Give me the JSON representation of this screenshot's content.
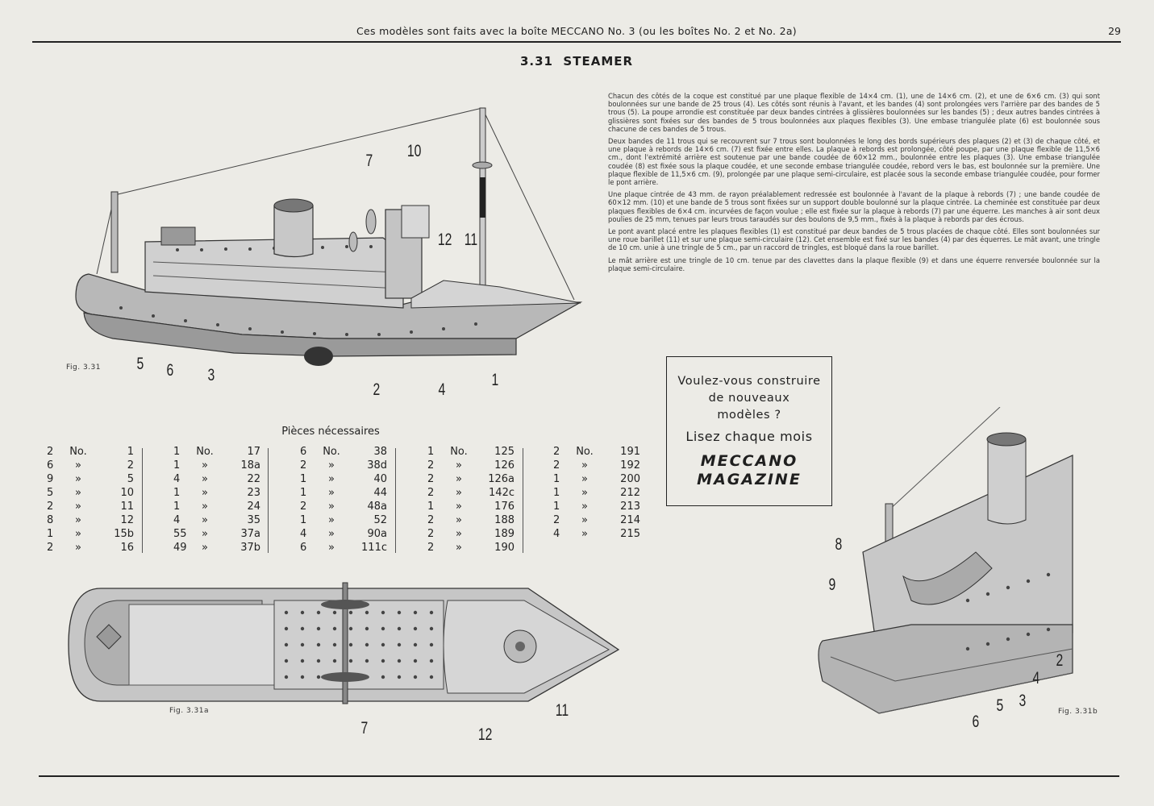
{
  "header": {
    "title": "Ces modèles sont faits avec la boîte MECCANO No. 3 (ou les boîtes No. 2 et No. 2a)",
    "page_number": "29"
  },
  "model": {
    "number": "3.31",
    "name": "STEAMER"
  },
  "description": [
    "Chacun des côtés de la coque est constitué par une plaque flexible de 14×4 cm. (1), une de 14×6 cm. (2), et une de 6×6 cm. (3) qui sont boulonnées sur une bande de 25 trous (4). Les côtés sont réunis à l'avant, et les bandes (4) sont prolongées vers l'arrière par des bandes de 5 trous (5). La poupe arrondie est constituée par deux bandes cintrées à glissières boulonnées sur les bandes (5) ; deux autres bandes cintrées à glissières sont fixées sur des bandes de 5 trous boulonnées aux plaques flexibles (3). Une embase triangulée plate (6) est boulonnée sous chacune de ces bandes de 5 trous.",
    "Deux bandes de 11 trous qui se recouvrent sur 7 trous sont boulonnées le long des bords supérieurs des plaques (2) et (3) de chaque côté, et une plaque à rebords de 14×6 cm. (7) est fixée entre elles. La plaque à rebords est prolongée, côté poupe, par une plaque flexible de 11,5×6 cm., dont l'extrémité arrière est soutenue par une bande coudée de 60×12 mm., boulonnée entre les plaques (3). Une embase triangulée coudée (8) est fixée sous la plaque coudée, et une seconde embase triangulée coudée, rebord vers le bas, est boulonnée sur la première. Une plaque flexible de 11,5×6 cm. (9), prolongée par une plaque semi-circulaire, est placée sous la seconde embase triangulée coudée, pour former le pont arrière.",
    "Une plaque cintrée de 43 mm. de rayon préalablement redressée est boulonnée à l'avant de la plaque à rebords (7) ; une bande coudée de 60×12 mm. (10) et une bande de 5 trous sont fixées sur un support double boulonné sur la plaque cintrée. La cheminée est constituée par deux plaques flexibles de 6×4 cm. incurvées de façon voulue ; elle est fixée sur la plaque à rebords (7) par une équerre. Les manches à air sont deux poulies de 25 mm, tenues par leurs trous taraudés sur des boulons de 9,5 mm., fixés à la plaque à rebords par des écrous.",
    "Le pont avant placé entre les plaques flexibles (1) est constitué par deux bandes de 5 trous placées de chaque côté. Elles sont boulonnées sur une roue barillet (11) et sur une plaque semi-circulaire (12). Cet ensemble est fixé sur les bandes (4) par des équerres. Le mât avant, une tringle de 10 cm. unie à une tringle de 5 cm., par un raccord de tringles, est bloqué dans la roue barillet.",
    "Le mât arrière est une tringle de 10 cm. tenue par des clavettes dans la plaque flexible (9) et dans une équerre renversée boulonnée sur la plaque semi-circulaire."
  ],
  "figures": {
    "main": {
      "label": "Fig. 3.31",
      "callouts": [
        "7",
        "10",
        "12",
        "11",
        "5",
        "6",
        "3",
        "2",
        "4",
        "1"
      ]
    },
    "a": {
      "label": "Fig. 3.31a",
      "callouts": [
        "7",
        "12",
        "11"
      ]
    },
    "b": {
      "label": "Fig. 3.31b",
      "callouts": [
        "8",
        "9",
        "2",
        "4",
        "3",
        "5",
        "6"
      ]
    }
  },
  "parts": {
    "title": "Pièces nécessaires",
    "columns": [
      [
        [
          "2",
          "No.",
          "1"
        ],
        [
          "6",
          "»",
          "2"
        ],
        [
          "9",
          "»",
          "5"
        ],
        [
          "5",
          "»",
          "10"
        ],
        [
          "2",
          "»",
          "11"
        ],
        [
          "8",
          "»",
          "12"
        ],
        [
          "1",
          "»",
          "15b"
        ],
        [
          "2",
          "»",
          "16"
        ]
      ],
      [
        [
          "1",
          "No.",
          "17"
        ],
        [
          "1",
          "»",
          "18a"
        ],
        [
          "4",
          "»",
          "22"
        ],
        [
          "1",
          "»",
          "23"
        ],
        [
          "1",
          "»",
          "24"
        ],
        [
          "4",
          "»",
          "35"
        ],
        [
          "55",
          "»",
          "37a"
        ],
        [
          "49",
          "»",
          "37b"
        ]
      ],
      [
        [
          "6",
          "No.",
          "38"
        ],
        [
          "2",
          "»",
          "38d"
        ],
        [
          "1",
          "»",
          "40"
        ],
        [
          "1",
          "»",
          "44"
        ],
        [
          "2",
          "»",
          "48a"
        ],
        [
          "1",
          "»",
          "52"
        ],
        [
          "4",
          "»",
          "90a"
        ],
        [
          "6",
          "»",
          "111c"
        ]
      ],
      [
        [
          "1",
          "No.",
          "125"
        ],
        [
          "2",
          "»",
          "126"
        ],
        [
          "2",
          "»",
          "126a"
        ],
        [
          "2",
          "»",
          "142c"
        ],
        [
          "1",
          "»",
          "176"
        ],
        [
          "2",
          "»",
          "188"
        ],
        [
          "2",
          "»",
          "189"
        ],
        [
          "2",
          "»",
          "190"
        ]
      ],
      [
        [
          "2",
          "No.",
          "191"
        ],
        [
          "2",
          "»",
          "192"
        ],
        [
          "1",
          "»",
          "200"
        ],
        [
          "1",
          "»",
          "212"
        ],
        [
          "1",
          "»",
          "213"
        ],
        [
          "2",
          "»",
          "214"
        ],
        [
          "4",
          "»",
          "215"
        ]
      ]
    ]
  },
  "ad": {
    "line1": "Voulez-vous construire",
    "line2": "de nouveaux",
    "line3": "modèles ?",
    "line4": "Lisez chaque mois",
    "line5": "MECCANO",
    "line6": "MAGAZINE"
  }
}
